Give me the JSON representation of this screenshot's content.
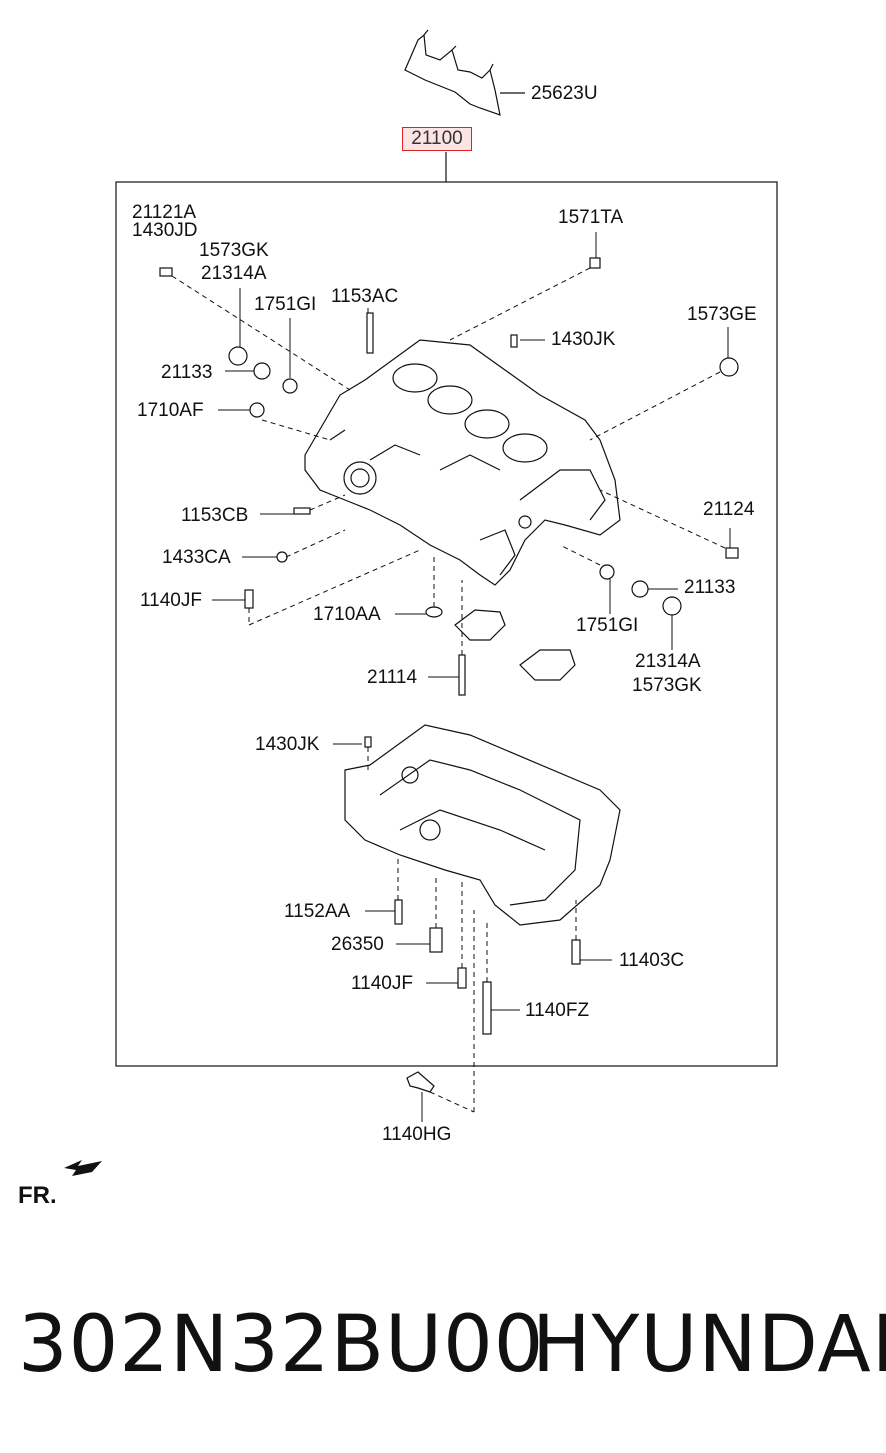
{
  "top_part": "25623U",
  "assembly_part": "21100",
  "labels": {
    "p21121A": "21121A",
    "p1430JD": "1430JD",
    "p1573GK_a": "1573GK",
    "p21314A_a": "21314A",
    "p1571TA": "1571TA",
    "p1751GI_a": "1751GI",
    "p1153AC": "1153AC",
    "p1430JK_a": "1430JK",
    "p1573GE": "1573GE",
    "p21133_a": "21133",
    "p1710AF": "1710AF",
    "p1153CB": "1153CB",
    "p21124": "21124",
    "p1433CA": "1433CA",
    "p21133_b": "21133",
    "p1140JF_a": "1140JF",
    "p1710AA": "1710AA",
    "p1751GI_b": "1751GI",
    "p21314A_b": "21314A",
    "p1573GK_b": "1573GK",
    "p21114": "21114",
    "p1430JK_b": "1430JK",
    "p1152AA": "1152AA",
    "p26350": "26350",
    "p11403C": "11403C",
    "p1140JF_b": "1140JF",
    "p1140FZ": "1140FZ",
    "p1140HG": "1140HG"
  },
  "direction_label": "FR.",
  "footer": {
    "part_number": "302N32BU00",
    "brand": "HYUNDAI"
  }
}
